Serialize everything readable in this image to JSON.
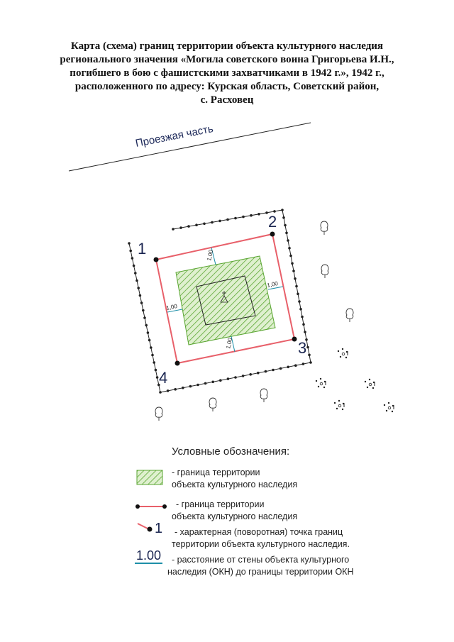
{
  "title": {
    "line1": "Карта (схема) границ территории объекта культурного наследия",
    "line2": "регионального значения «Могила советского воина Григорьева И.Н.,",
    "line3": "погибшего в бою с фашистскими захватчиками в 1942 г.», 1942 г.,",
    "line4": "расположенного по адресу: Курская область, Советский район,",
    "line5": "с. Расховец"
  },
  "map": {
    "road_label": "Проезжая часть",
    "points": [
      "1",
      "2",
      "3",
      "4"
    ],
    "distances": [
      "1,00",
      "1,00",
      "1,00",
      "1,00"
    ],
    "colors": {
      "boundary": "#e8606a",
      "hatch": "#5aa632",
      "hatch_fill": "#dff0cf",
      "distance": "#1e8fa8",
      "fence": "#222222"
    }
  },
  "legend": {
    "title": "Условные обозначения:",
    "item1_line1": "- граница территории",
    "item1_line2": "объекта культурного наследия",
    "item2_line1": "- граница территории",
    "item2_line2": "объекта культурного наследия",
    "item3_num": "1",
    "item3_line1": "- характерная (поворотная) точка границ",
    "item3_line2": "территории объекта культурного наследия.",
    "item4_num": "1.00",
    "item4_line1": "- расстояние от стены объекта культурного",
    "item4_line2": "наследия (ОКН) до границы территории ОКН"
  }
}
